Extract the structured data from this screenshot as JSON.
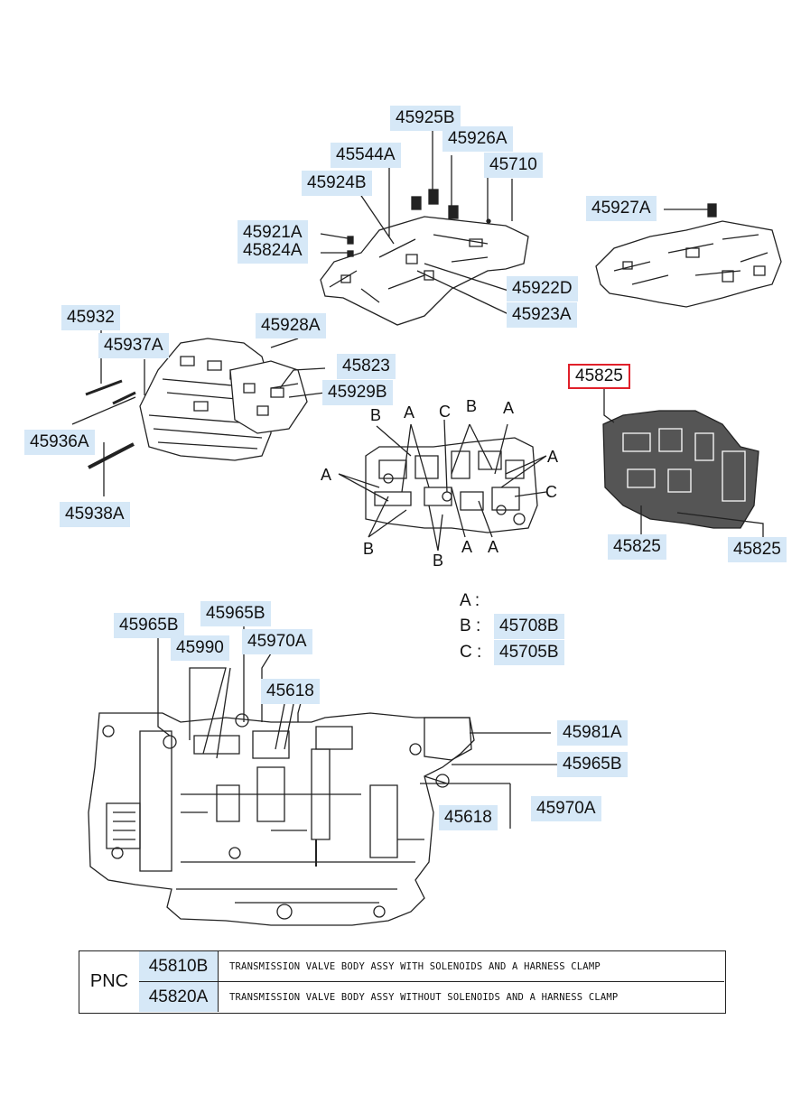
{
  "labels": {
    "l_45925b": "45925B",
    "l_45926a": "45926A",
    "l_45544a": "45544A",
    "l_45710": "45710",
    "l_45924b": "45924B",
    "l_45927a": "45927A",
    "l_45921a": "45921A",
    "l_45824a": "45824A",
    "l_45922d": "45922D",
    "l_45923a": "45923A",
    "l_45932": "45932",
    "l_45928a": "45928A",
    "l_45937a": "45937A",
    "l_45823": "45823",
    "l_45929b": "45929B",
    "l_45825_top": "45825",
    "l_45936a": "45936A",
    "l_45938a": "45938A",
    "l_45825_left": "45825",
    "l_45825_right": "45825",
    "l_45965b_a": "45965B",
    "l_45965b_b": "45965B",
    "l_45990": "45990",
    "l_45970a_a": "45970A",
    "l_45618_a": "45618",
    "l_45981a": "45981A",
    "l_45965b_c": "45965B",
    "l_45618_b": "45618",
    "l_45970a_b": "45970A",
    "l_45708b": "45708B",
    "l_45705b": "45705B"
  },
  "letters": {
    "b1": "B",
    "a1": "A",
    "c1": "C",
    "b2": "B",
    "a2": "A",
    "a3": "A",
    "a4": "A",
    "c2": "C",
    "b3": "B",
    "b4": "B",
    "a5": "A",
    "a6": "A"
  },
  "legend": {
    "a_key": "A :",
    "b_key": "B :",
    "c_key": "C :"
  },
  "pnc_table": {
    "header": "PNC",
    "rows": [
      {
        "code": "45810B",
        "description": "TRANSMISSION VALVE BODY ASSY WITH SOLENOIDS AND A HARNESS CLAMP"
      },
      {
        "code": "45820A",
        "description": "TRANSMISSION VALVE BODY ASSY WITHOUT SOLENOIDS AND A HARNESS CLAMP"
      }
    ]
  },
  "colors": {
    "label_bg": "#d6e8f7",
    "selected_border": "#e0202a",
    "line": "#222222"
  }
}
